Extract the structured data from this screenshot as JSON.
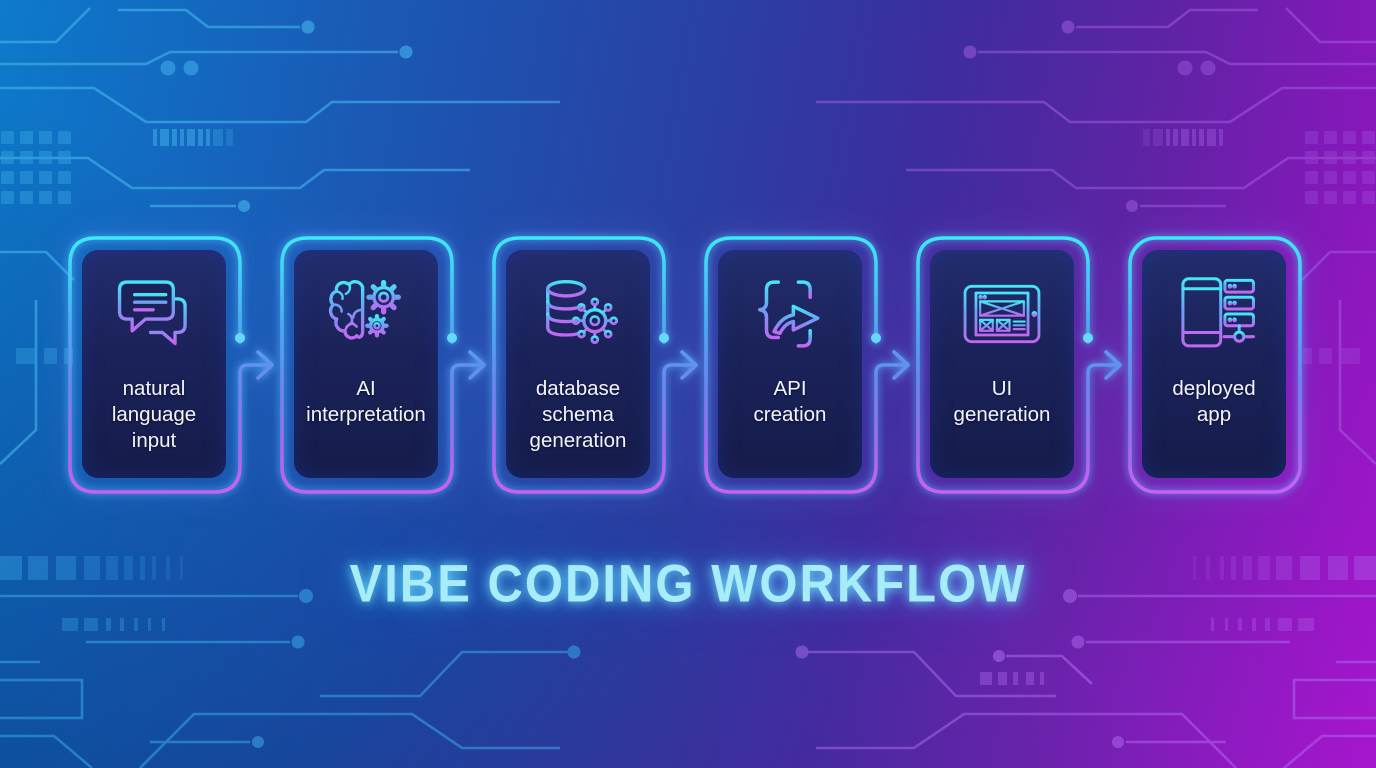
{
  "title": {
    "text": "VIBE CODING WORKFLOW"
  },
  "workflow": {
    "connector_style": "neon dot-and-arrow between cards",
    "steps": [
      {
        "label": "natural\nlanguage\ninput",
        "icon": "chat-bubbles-icon"
      },
      {
        "label": "AI\ninterpretation",
        "icon": "brain-gears-icon"
      },
      {
        "label": "database\nschema\ngeneration",
        "icon": "database-network-icon"
      },
      {
        "label": "API\ncreation",
        "icon": "braces-arrow-icon"
      },
      {
        "label": "UI\ngeneration",
        "icon": "wireframe-tablet-icon"
      },
      {
        "label": "deployed\napp",
        "icon": "phone-server-icon"
      }
    ]
  },
  "colors": {
    "background_left": "#0d7acb",
    "background_mid": "#2b3fa2",
    "background_right": "#9d13c6",
    "card_fill": "#1b2259",
    "frame_top": "#3ce9f6",
    "frame_bottom": "#cc5ef6",
    "title_text": "#a7ecf8",
    "label_text": "#f3f5fc",
    "trace_left": "#49c0f0",
    "trace_right": "#b06cf0"
  }
}
